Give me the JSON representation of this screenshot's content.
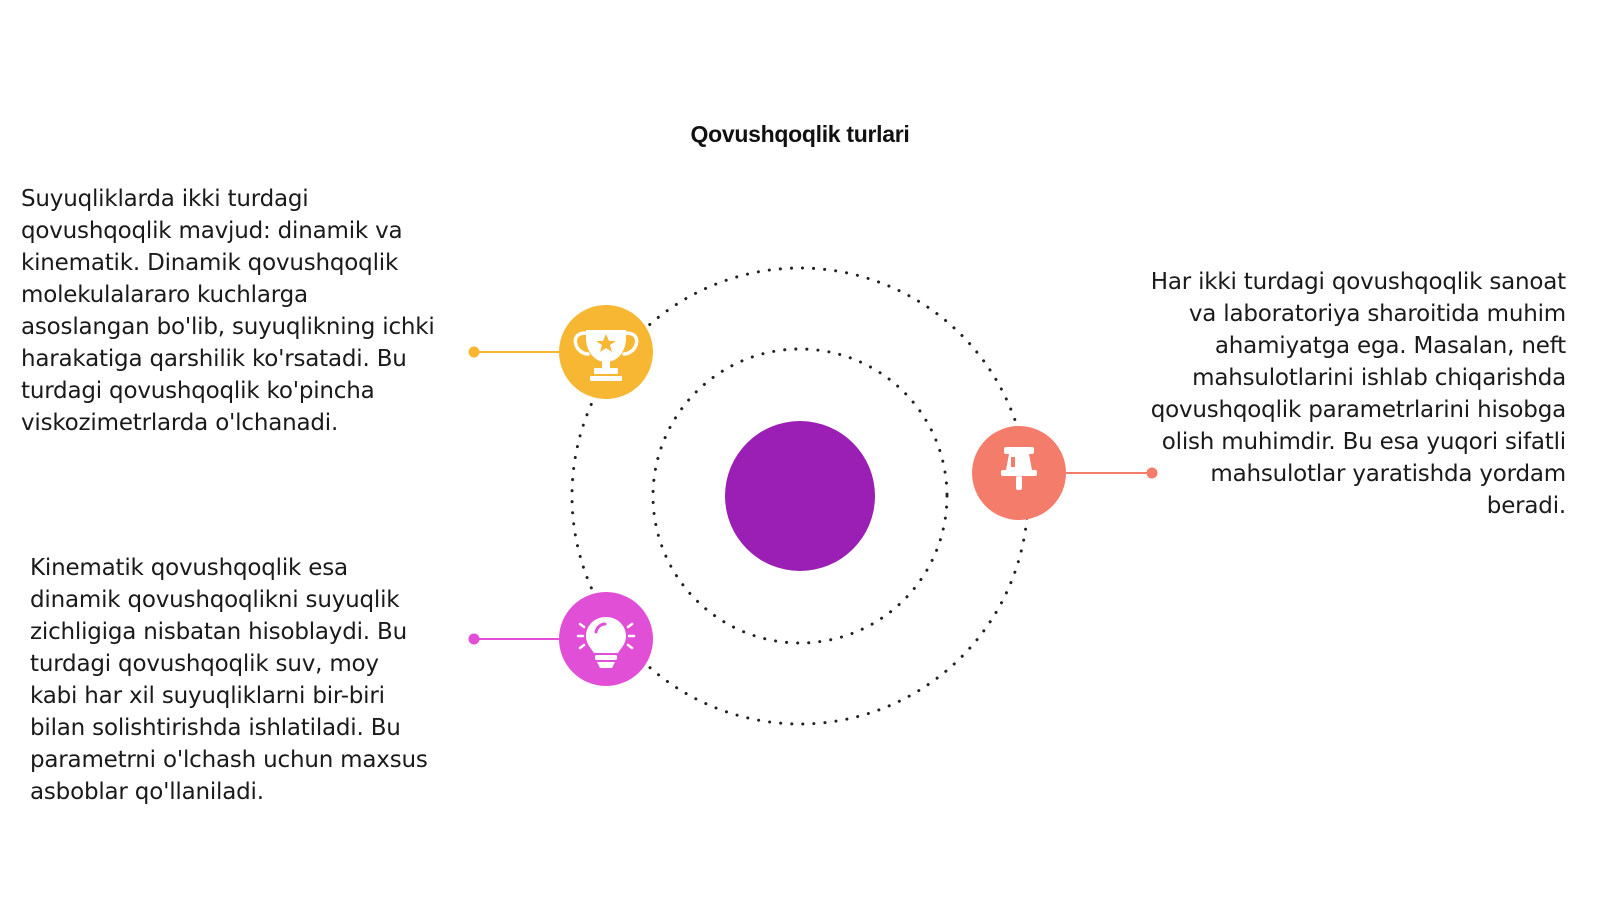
{
  "title": "Qovushqoqlik turlari",
  "blocks": {
    "left_top": "Suyuqliklarda ikki turdagi qovushqoqlik mavjud: dinamik va kinematik. Dinamik qovushqoqlik molekulalararo kuchlarga asoslangan bo'lib, suyuqlikning ichki harakatiga qarshilik ko'rsatadi. Bu turdagi qovushqoqlik ko'pincha viskozimetrlarda o'lchanadi.",
    "left_bottom": "Kinematik qovushqoqlik esa dinamik qovushqoqlikni suyuqlik zichligiga nisbatan hisoblaydi. Bu turdagi qovushqoqlik suv, moy kabi har xil suyuqliklarni bir-biri bilan solishtirishda ishlatiladi. Bu parametrni o'lchash uchun maxsus asboblar qo'llaniladi.",
    "right": "Har ikki turdagi qovushqoqlik sanoat va laboratoriya sharoitida muhim ahamiyatga ega. Masalan, neft mahsulotlarini ishlab chiqarishda qovushqoqlik parametrlarini hisobga olish muhimdir. Bu esa yuqori sifatli mahsulotlar yaratishda yordam beradi."
  },
  "icons": {
    "trophy": "trophy-icon",
    "pin": "pin-icon",
    "bulb": "lightbulb-icon"
  },
  "colors": {
    "center": "#9b1fb5",
    "trophy": "#f7b733",
    "pin": "#f47c6a",
    "bulb": "#e04fd6",
    "rings": "#222222"
  }
}
